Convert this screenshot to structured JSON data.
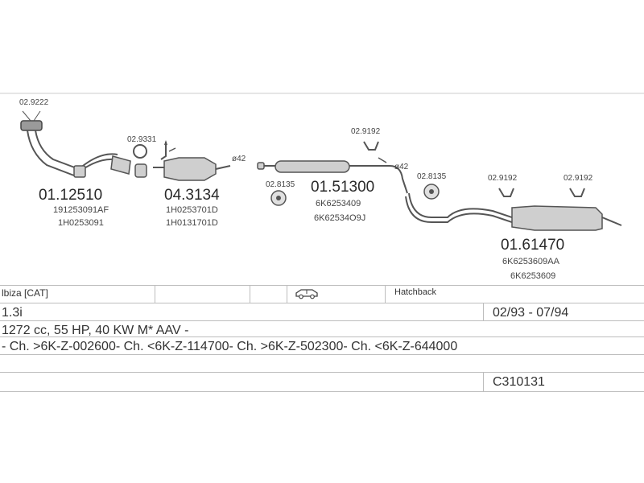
{
  "diagram": {
    "parts": [
      {
        "id": "p1",
        "number": "01.12510",
        "codes": [
          "191253091AF",
          "1H0253091"
        ]
      },
      {
        "id": "p2",
        "number": "04.3134",
        "codes": [
          "1H0253701D",
          "1H0131701D"
        ]
      },
      {
        "id": "p3",
        "number": "01.51300",
        "codes": [
          "6K6253409",
          "6K62534O9J"
        ]
      },
      {
        "id": "p4",
        "number": "01.61470",
        "codes": [
          "6K6253609AA",
          "6K6253609"
        ]
      }
    ],
    "small_parts": [
      {
        "id": "s1",
        "number": "02.9222"
      },
      {
        "id": "s2",
        "number": "02.9331"
      },
      {
        "id": "s3",
        "number": "02.8135"
      },
      {
        "id": "s4",
        "number": "02.9192"
      },
      {
        "id": "s5",
        "number": "02.8135"
      },
      {
        "id": "s6",
        "number": "02.9192"
      },
      {
        "id": "s7",
        "number": "02.9192"
      }
    ],
    "diameter_labels": [
      "ø42",
      "ø42"
    ]
  },
  "info_table": {
    "model": "lbiza  [CAT]",
    "body_type": "Hatchback",
    "engine": "1.3i",
    "years": "02/93 - 07/94",
    "specs": "1272 cc, 55 HP, 40 KW M* AAV -",
    "chassis": "- Ch. >6K-Z-002600- Ch. <6K-Z-114700- Ch. >6K-Z-502300- Ch. <6K-Z-644000",
    "code": "C310131"
  },
  "icons": {
    "vehicle": "car-icon"
  }
}
